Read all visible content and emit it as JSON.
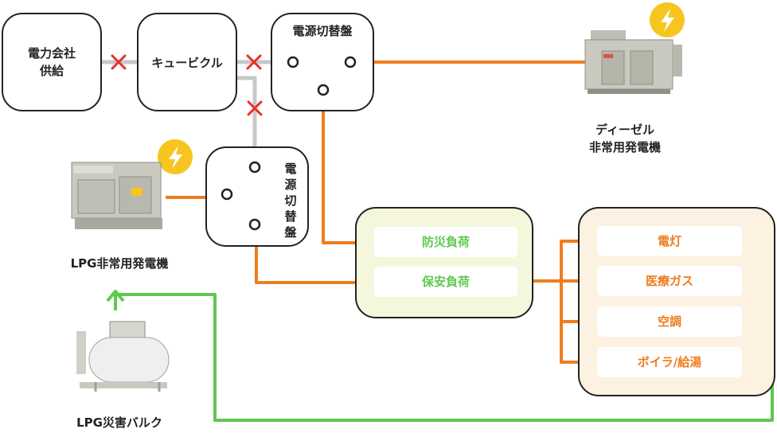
{
  "nodes": {
    "utility": "電力会社\n供給",
    "cubicle": "キュービクル",
    "switch_top": "電源切替盤",
    "switch_mid": "電源切替盤",
    "diesel": "ディーゼル\n非常用発電機",
    "lpg_gen": "LPG非常用発電機",
    "lpg_bulk": "LPG災害バルク"
  },
  "disaster_loads": [
    "防災負荷",
    "保安負荷"
  ],
  "facility_loads": [
    "電灯",
    "医療ガス",
    "空調",
    "ボイラ/給湯"
  ],
  "colors": {
    "orange": "#ee7d1e",
    "green": "#5fc850",
    "gray": "#c8c8c8",
    "cross": "#e8302a",
    "bolt": "#f7c51f",
    "disaster_bg": "#f5f7dc",
    "facility_bg": "#fdf1e2"
  },
  "icons": [
    "cross-mark-icon",
    "lightning-bolt-icon",
    "diesel-generator-image",
    "lpg-generator-image",
    "lpg-bulk-tank-image"
  ]
}
